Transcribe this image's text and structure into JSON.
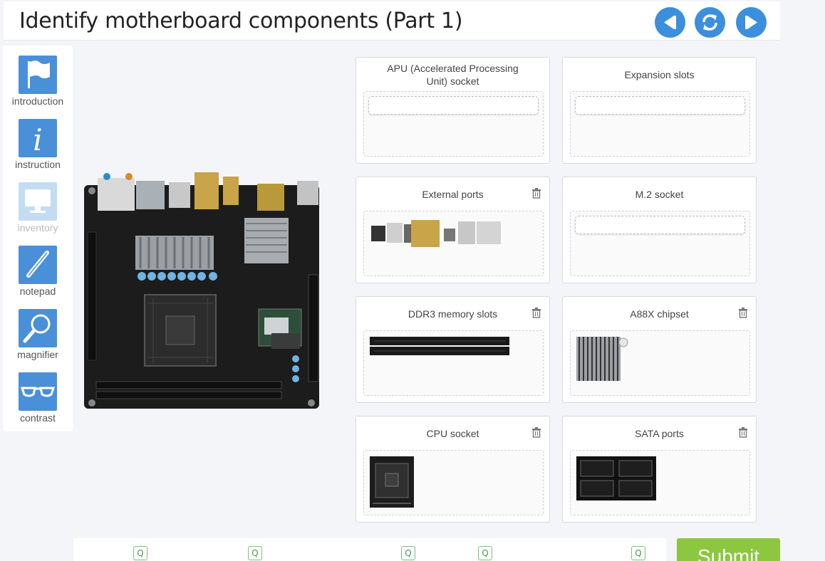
{
  "header": {
    "title": "Identify motherboard components (Part 1)"
  },
  "nav": {
    "back_icon": "back-arrow-icon",
    "reload_icon": "reload-icon",
    "next_icon": "forward-arrow-icon",
    "accent": "#3b8fdc"
  },
  "sidebar": {
    "items": [
      {
        "label": "introduction",
        "icon": "flag-icon",
        "enabled": true
      },
      {
        "label": "instruction",
        "icon": "info-icon",
        "enabled": true
      },
      {
        "label": "inventory",
        "icon": "monitor-icon",
        "enabled": false
      },
      {
        "label": "notepad",
        "icon": "pencil-icon",
        "enabled": true
      },
      {
        "label": "magnifier",
        "icon": "magnifier-icon",
        "enabled": true
      },
      {
        "label": "contrast",
        "icon": "glasses-icon",
        "enabled": true
      }
    ]
  },
  "cards": [
    {
      "label": "APU (Accelerated Processing Unit) socket",
      "has_item": false
    },
    {
      "label": "Expansion slots",
      "has_item": false
    },
    {
      "label": "External ports",
      "has_item": true,
      "item": "external-ports-thumbnail"
    },
    {
      "label": "M.2 socket",
      "has_item": false
    },
    {
      "label": "DDR3 memory slots",
      "has_item": true,
      "item": "ddr3-memory-slots-thumbnail"
    },
    {
      "label": "A88X chipset",
      "has_item": true,
      "item": "a88x-chipset-thumbnail"
    },
    {
      "label": "CPU socket",
      "has_item": true,
      "item": "cpu-socket-thumbnail"
    },
    {
      "label": "SATA ports",
      "has_item": true,
      "item": "sata-ports-thumbnail"
    }
  ],
  "bottom": {
    "q_icon": "Q",
    "submit_label": "Submit",
    "submit_color": "#8dc63f"
  }
}
